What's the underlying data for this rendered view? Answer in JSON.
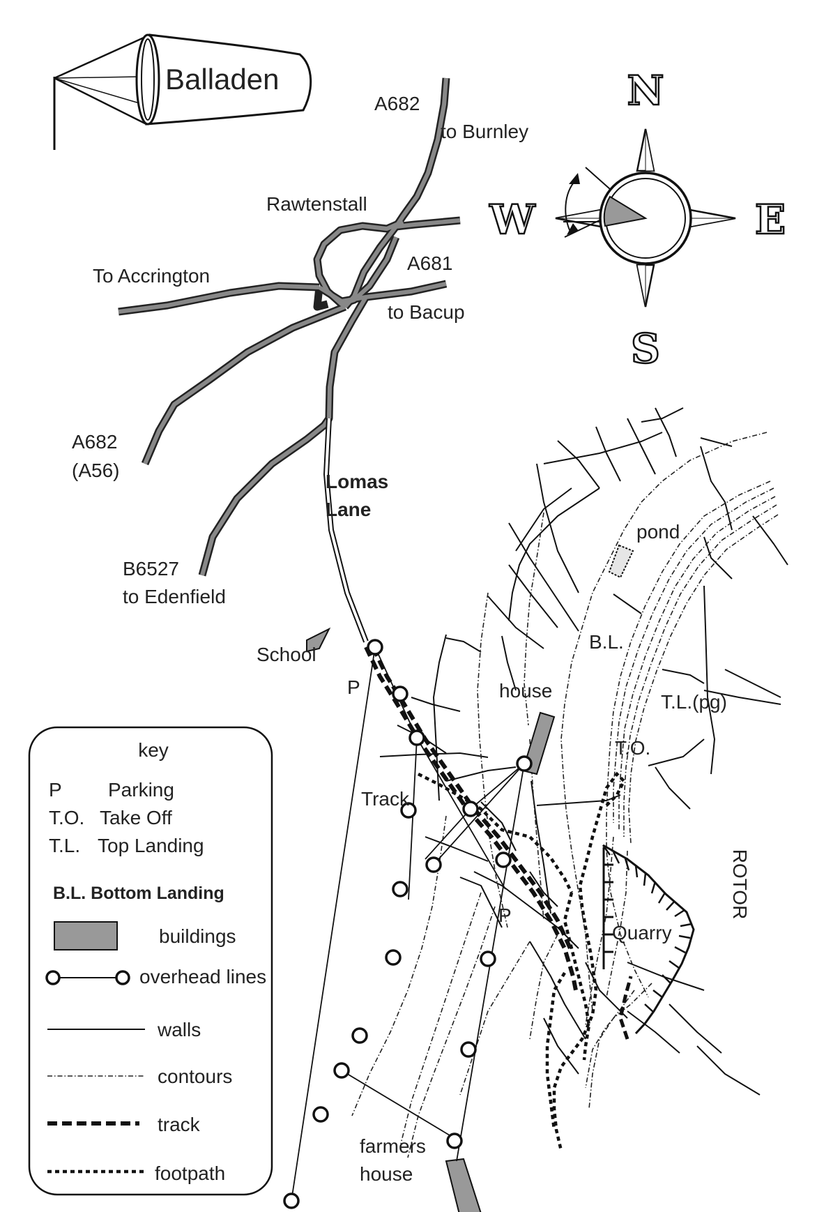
{
  "title": "Balladen",
  "compass": {
    "north": "N",
    "south": "S",
    "east": "E",
    "west": "W"
  },
  "roads": {
    "a682_north": "A682",
    "to_burnley": "to Burnley",
    "rawtenstall": "Rawtenstall",
    "to_accrington": "To Accrington",
    "a681": "A681",
    "to_bacup": "to Bacup",
    "a682_south": "A682",
    "a56": "(A56)",
    "b6527": "B6527",
    "to_edenfield": "to Edenfield",
    "lomas": "Lomas",
    "lane": "Lane"
  },
  "places": {
    "school": "School",
    "parking_1": "P",
    "parking_2": "P",
    "house": "house",
    "pond": "pond",
    "bottom_landing": "B.L.",
    "top_landing": "T.L.(pg)",
    "take_off": "T.O.",
    "track": "Track",
    "quarry": "Quarry",
    "rotor": "ROTOR",
    "farmers": "farmers",
    "farmers_house": "house"
  },
  "key": {
    "heading": "key",
    "items": [
      {
        "code": "P",
        "label": "Parking"
      },
      {
        "code": "T.O.",
        "label": "Take Off"
      },
      {
        "code": "T.L.",
        "label": "Top Landing"
      }
    ],
    "bottom_landing": "B.L. Bottom Landing",
    "buildings": "buildings",
    "overhead_lines": "overhead lines",
    "walls": "walls",
    "contours": "contours",
    "track": "track",
    "footpath": "footpath"
  },
  "icons": [
    "windsock-icon",
    "compass-rose-icon",
    "wind-direction-arrow-icon"
  ],
  "colors": {
    "road": "#222222",
    "road_fill": "#888888",
    "building": "#999999",
    "line": "#111111"
  }
}
